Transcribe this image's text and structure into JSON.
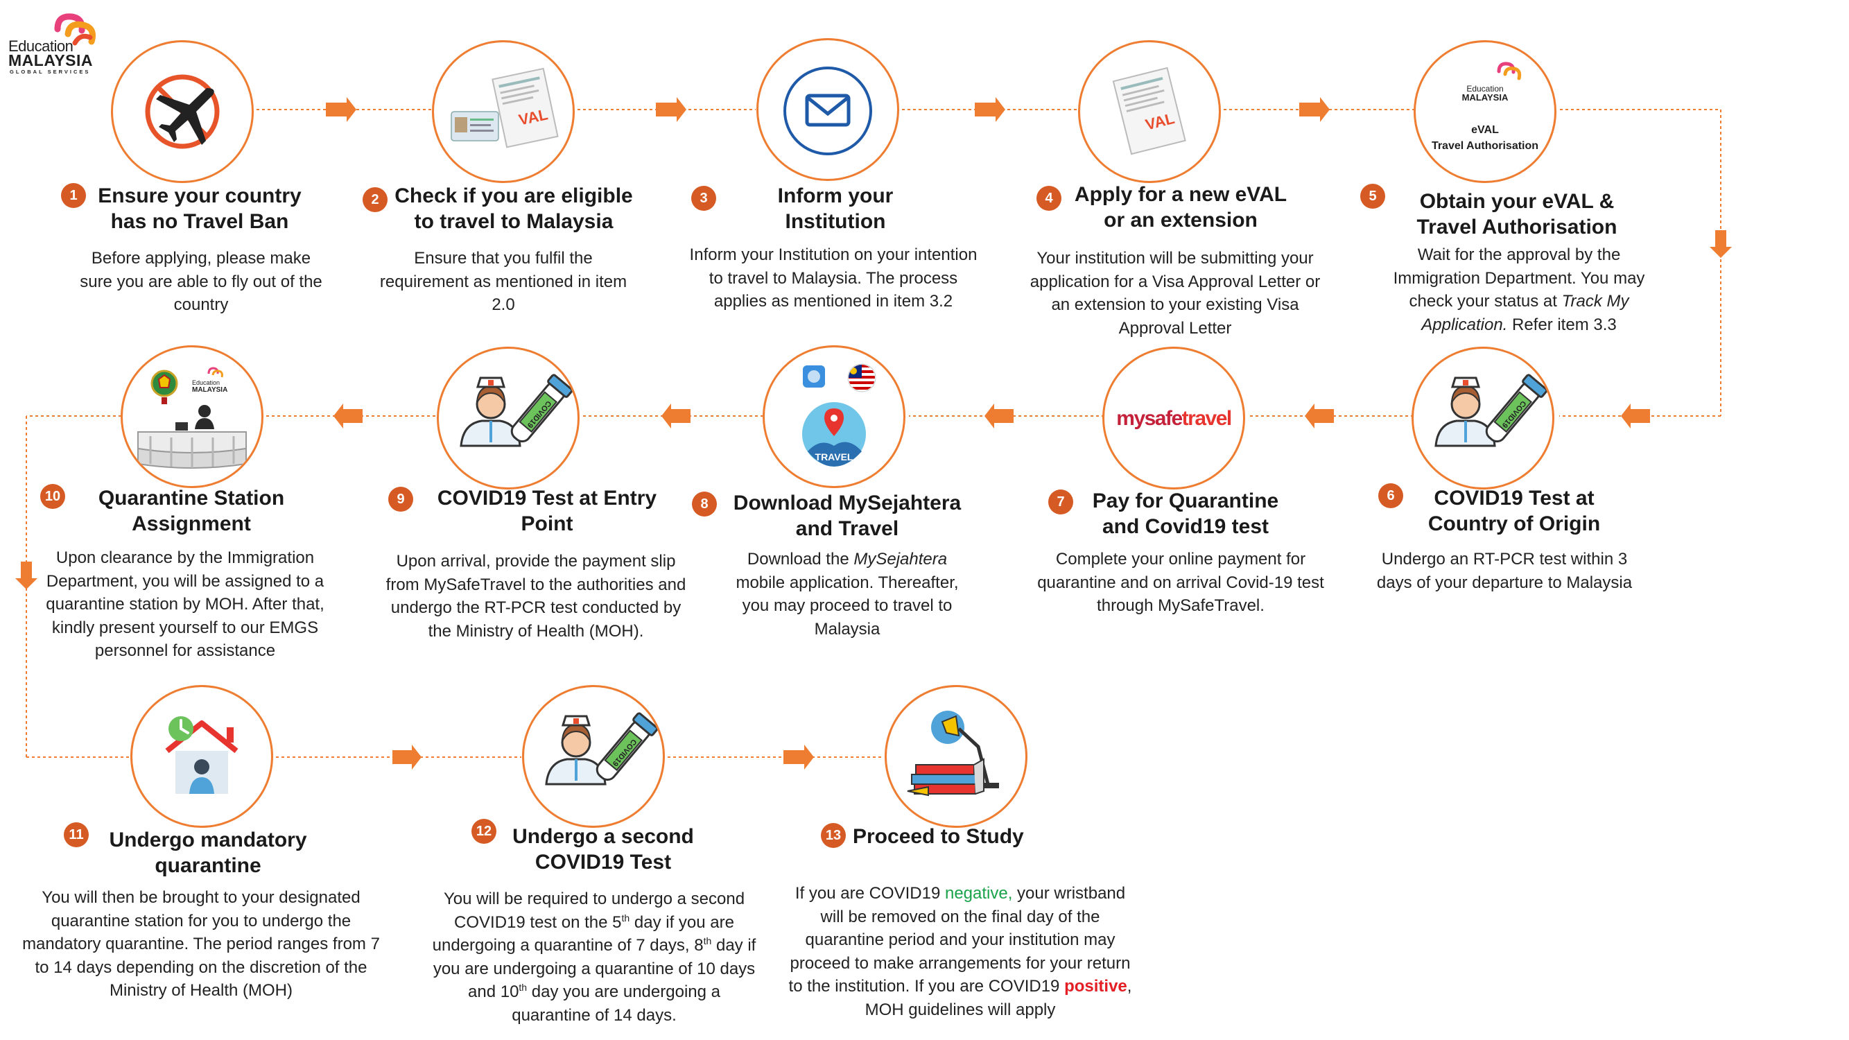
{
  "logo": {
    "line1": "Education",
    "line2": "MALAYSIA",
    "line3": "GLOBAL SERVICES"
  },
  "colors": {
    "accent": "#ee7d31",
    "badge": "#d65a24",
    "positive": "#e31e24",
    "negative": "#1aa34a"
  },
  "steps": [
    {
      "number": "1",
      "title": "Ensure your country has no Travel Ban",
      "icon": "no-flight-icon",
      "description": "Before applying, please make sure you are able to fly out of the country"
    },
    {
      "number": "2",
      "title": "Check if you are eligible to travel to Malaysia",
      "icon": "documents-icon",
      "description": "Ensure that you fulfil the requirement as mentioned in item 2.0"
    },
    {
      "number": "3",
      "title": "Inform your Institution",
      "icon": "mail-icon",
      "description": "Inform your Institution on your intention to travel to Malaysia. The process applies as mentioned in item 3.2"
    },
    {
      "number": "4",
      "title": "Apply for a new eVAL or an extension",
      "icon": "val-document-icon",
      "description": "Your institution will be submitting your application for a Visa Approval Letter or an extension to your existing Visa Approval Letter"
    },
    {
      "number": "5",
      "title": "Obtain your eVAL & Travel Authorisation",
      "icon": "emgs-logo-icon",
      "inner_line1": "eVAL",
      "inner_line2": "Travel Authorisation",
      "logo_line1": "Education",
      "logo_line2": "MALAYSIA",
      "description_before": "Wait for the approval by the Immigration Department. You may check your status at ",
      "description_italic": "Track My Application.",
      "description_after": " Refer item 3.3"
    },
    {
      "number": "6",
      "title": "COVID19 Test at Country of Origin",
      "icon": "nurse-test-tube-icon",
      "tube_label": "COVID19",
      "description": "Undergo an RT-PCR test within 3 days of your departure to Malaysia"
    },
    {
      "number": "7",
      "title": "Pay for Quarantine and Covid19 test",
      "icon": "mysafetravel-logo-icon",
      "brand_a": "mysafe",
      "brand_b": "travel",
      "description": "Complete your online payment for quarantine and on arrival Covid-19 test through MySafeTravel."
    },
    {
      "number": "8",
      "title": "Download MySejahtera and Travel",
      "icon": "travel-apps-icon",
      "badge_text": "TRAVEL",
      "description_before": "Download the ",
      "description_italic": "MySejahtera",
      "description_after": " mobile application. Thereafter, you may proceed to travel to Malaysia"
    },
    {
      "number": "9",
      "title": "COVID19 Test at Entry Point",
      "icon": "nurse-test-tube-icon",
      "tube_label": "COVID19",
      "description": "Upon arrival, provide the payment slip from MySafeTravel to the authorities and undergo the RT-PCR test conducted by the Ministry of Health (MOH)."
    },
    {
      "number": "10",
      "title": "Quarantine Station Assignment",
      "icon": "reception-desk-icon",
      "logo_line1": "Education",
      "logo_line2": "MALAYSIA",
      "description": "Upon clearance by the Immigration Department, you will be assigned to a quarantine station by MOH. After that, kindly present yourself to our EMGS personnel for assistance"
    },
    {
      "number": "11",
      "title": "Undergo mandatory quarantine",
      "icon": "home-quarantine-icon",
      "description": "You will then be brought to your designated quarantine station for you to undergo the mandatory quarantine. The period ranges from 7 to 14 days depending on the discretion of the Ministry of Health (MOH)"
    },
    {
      "number": "12",
      "title": "Undergo a second COVID19 Test",
      "icon": "nurse-test-tube-icon",
      "tube_label": "COVID19",
      "desc_a": "You will be required to undergo a second COVID19 test on the 5",
      "desc_sup1": "th",
      "desc_b": " day if you are undergoing a quarantine of 7 days, 8",
      "desc_sup2": "th",
      "desc_c": " day if you are undergoing a quarantine of 10 days and 10",
      "desc_sup3": "th",
      "desc_d": " day you are undergoing a quarantine of 14 days."
    },
    {
      "number": "13",
      "title": "Proceed to Study",
      "icon": "study-books-icon",
      "desc_a": "If you are COVID19 ",
      "desc_neg": "negative,",
      "desc_b": " your wristband will be removed on the final day of the quarantine period and your institution may proceed to make arrangements for your return to the institution. If you are COVID19 ",
      "desc_pos": "positive",
      "desc_c": ", MOH guidelines will apply"
    }
  ]
}
